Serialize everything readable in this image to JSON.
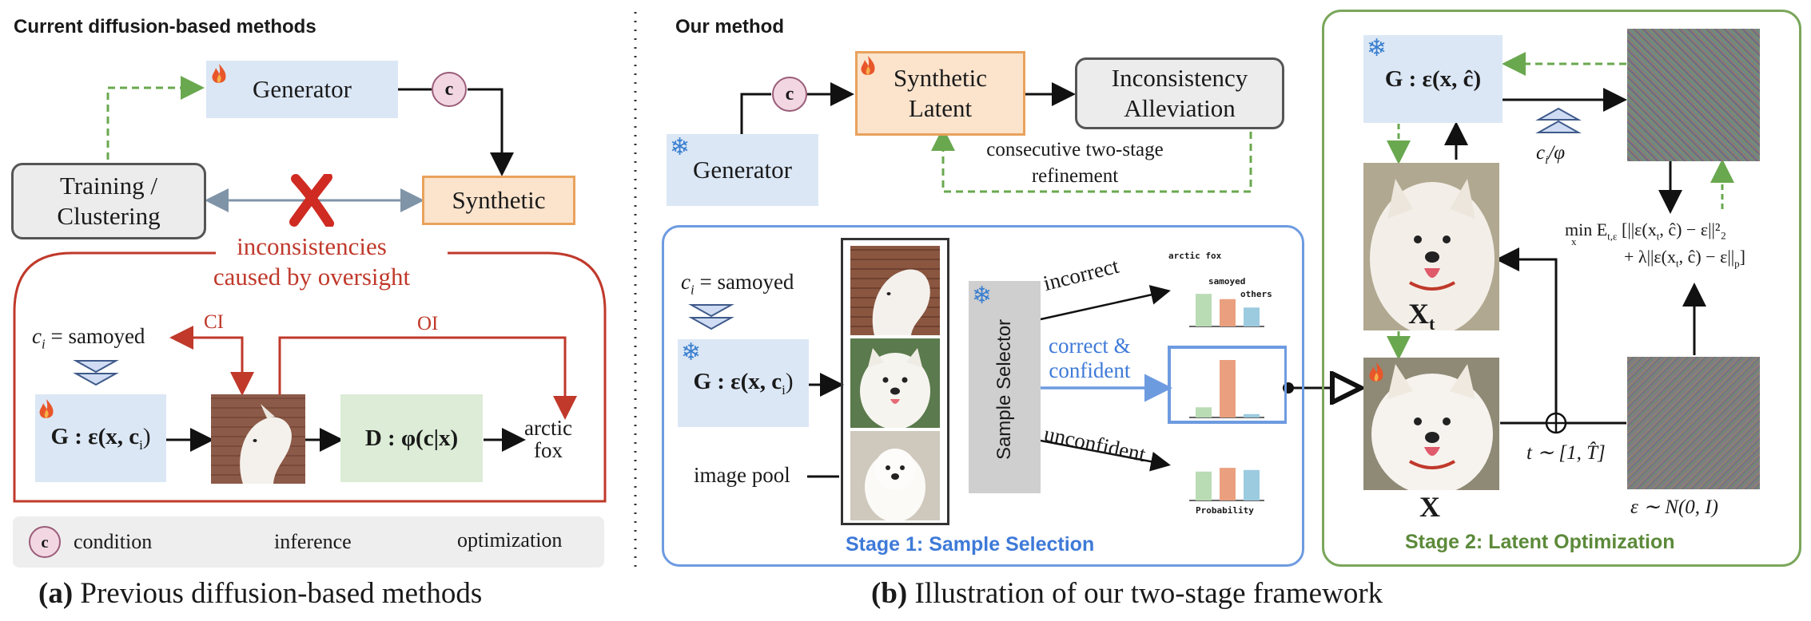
{
  "left": {
    "heading": "Current diffusion-based methods",
    "generator": "Generator",
    "c_symbol": "c",
    "training": "Training /\nClustering",
    "synthetic": "Synthetic",
    "inconsistency_note": "inconsistencies\ncaused by oversight",
    "ci_label": "c",
    "ci_sub": "i",
    "ci_text": " = samoyed",
    "ci_arrow_label": "CI",
    "oi_arrow_label": "OI",
    "g_box": "G : ε(x, c",
    "g_box_sub": "i",
    "g_box_end": ")",
    "d_box": "D : φ(c|x)",
    "output": "arctic\nfox",
    "legend": {
      "condition": "condition",
      "inference": "inference",
      "optimization": "optimization"
    },
    "caption_bold": "(a)",
    "caption": " Previous diffusion-based methods"
  },
  "right": {
    "heading": "Our method",
    "generator": "Generator",
    "c_symbol": "c",
    "synthetic_latent": "Synthetic\nLatent",
    "inconsistency_alleviation": "Inconsistency\nAlleviation",
    "refinement": "consecutive two-stage\nrefinement",
    "ci_label": "c",
    "ci_sub": "i",
    "ci_text": " = samoyed",
    "g_box": "G : ε(x, c",
    "g_box_sub": "i",
    "g_box_end": ")",
    "image_pool": "image pool",
    "sample_selector": "Sample Selector",
    "incorrect": "incorrect",
    "correct": "correct &\nconfident",
    "unconfident": "unconfident",
    "hist_top_labels": [
      "arctic fox",
      "samoyed",
      "others"
    ],
    "hist_bottom_label": "Probability",
    "stage1": "Stage 1: Sample Selection",
    "stage2": "Stage 2: Latent Optimization",
    "g_hat_box": "G : ε(x, ĉ)",
    "ci_phi": "c",
    "ci_phi_sub": "i",
    "ci_phi_end": "/φ",
    "objective_line1": "min E",
    "objective_line1_sub": "t,ε",
    "objective_line1_rest": "[||ε(x",
    "objective_line1_t": "t",
    "objective_line1_end": ", ĉ) − ε||²₂",
    "objective_line2": "+ λ||ε(x",
    "objective_line2_t": "t",
    "objective_line2_end": ", ĉ) − ε||",
    "objective_line2_p": "p",
    "objective_line2_close": "]",
    "objective_min_sub": "x",
    "xt_label": "X",
    "xt_sub": "t",
    "x_label": "X",
    "t_range": "t ∼ [1, T̂]",
    "eps_label": "ε ∼ N(0, I)",
    "caption_bold": "(b)",
    "caption": " Illustration of our two-stage framework"
  },
  "chart_data": [
    {
      "type": "bar",
      "title": "incorrect",
      "categories": [
        "arctic fox",
        "samoyed",
        "others"
      ],
      "values": [
        0.62,
        0.52,
        0.36
      ],
      "colors": [
        "#b9dcb4",
        "#eaa07f",
        "#9ccbe0"
      ]
    },
    {
      "type": "bar",
      "title": "correct & confident",
      "categories": [
        "arctic fox",
        "samoyed",
        "others"
      ],
      "values": [
        0.15,
        0.85,
        0.05
      ],
      "colors": [
        "#b9dcb4",
        "#eaa07f",
        "#9ccbe0"
      ]
    },
    {
      "type": "bar",
      "title": "unconfident",
      "categories": [
        "arctic fox",
        "samoyed",
        "others"
      ],
      "values": [
        0.55,
        0.62,
        0.58
      ],
      "colors": [
        "#b9dcb4",
        "#eaa07f",
        "#9ccbe0"
      ],
      "xlabel": "Probability"
    }
  ],
  "colors": {
    "blue_box": "#dbe7f5",
    "green_box": "#dcecd6",
    "orange_border": "#e8a25c",
    "red": "#c0392b",
    "stage1_blue": "#3e7ad8",
    "stage2_green": "#5c8a3a",
    "opt_green": "#6aa84f"
  }
}
